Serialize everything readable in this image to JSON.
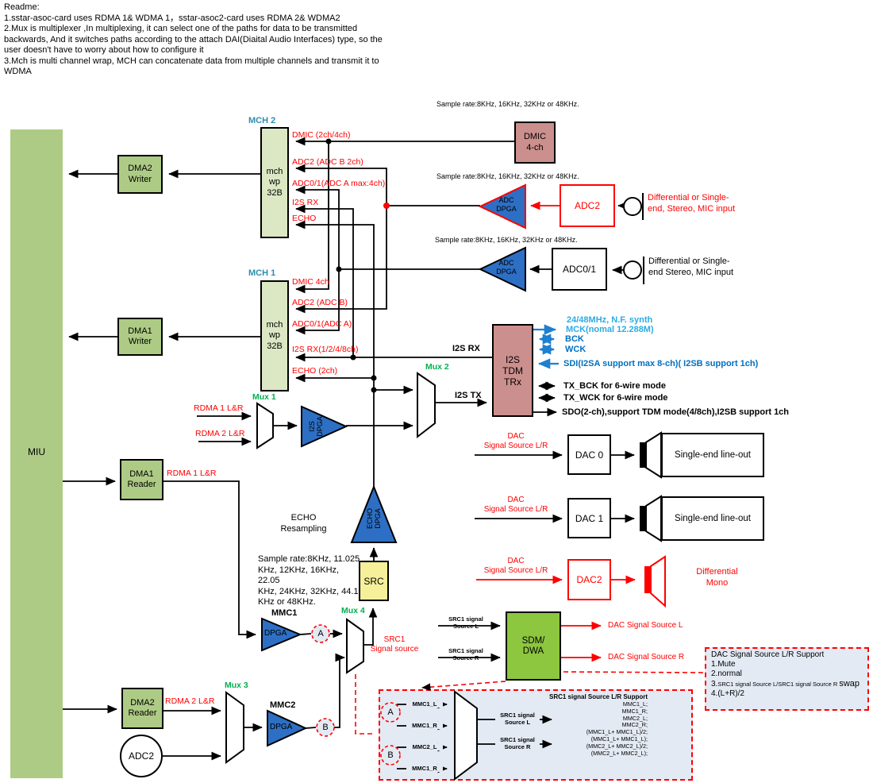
{
  "readme": {
    "lines": [
      "Readme:",
      "1.sstar-asoc-card uses RDMA 1& WDMA 1，sstar-asoc2-card uses RDMA 2& WDMA2",
      "2.Mux is multiplexer ,In multiplexing, it can select one of the paths for data to be transmitted",
      "backwards, And it switches paths according to the attach DAI(Diaital Audio Interfaces) type, so the",
      "user doesn't have to worry about how to configure it",
      "3.Mch is multi channel wrap, MCH can concatenate data from multiple channels and transmit it to",
      "WDMA"
    ]
  },
  "colors": {
    "olive_block": "#aecb85",
    "pale_green_block": "#dce8c4",
    "rose_block": "#cb8f8d",
    "blue_triangle": "#2d6fc4",
    "yellow_block": "#f5f099",
    "sdm_green": "#8dc63f",
    "lavender_box": "#e4eaf4",
    "signal_red": "#ff0000",
    "mux_label_green": "#00b050",
    "mch_label_teal": "#2f8dad",
    "clock_light_blue": "#2babe2",
    "io_dark_blue": "#0070c0"
  },
  "left": {
    "miu": "MIU",
    "dma2_writer": "DMA2\nWriter",
    "dma1_writer": "DMA1\nWriter",
    "dma1_reader": "DMA1\nReader",
    "dma2_reader": "DMA2\nReader",
    "adc2_circle": "ADC2"
  },
  "mch2": {
    "title": "MCH 2",
    "body": "mch\nwp\n32B",
    "inputs": [
      "DMIC (2ch/4ch)",
      "ADC2 (ADC B 2ch)",
      "ADC0/1(ADC A max:4ch)",
      "I2S RX",
      "ECHO"
    ]
  },
  "mch1": {
    "title": "MCH 1",
    "body": "mch\nwp\n32B",
    "inputs": [
      "DMIC 4ch",
      "ADC2 (ADC B)",
      "ADC0/1(ADC A)",
      "I2S RX(1/2/4/8ch)",
      "ECHO (2ch)"
    ]
  },
  "top_right": {
    "sample_rate_std": "Sample rate:8KHz, 16KHz, 32KHz or 48KHz.",
    "dmic_box": "DMIC\n4-ch",
    "adc_dpga": "ADC\nDPGA",
    "adc2_box": "ADC2",
    "adc01_box": "ADC0/1",
    "mic_input_red": "Differential or Single-\nend, Stereo, MIC input",
    "mic_input_black": "Differential or Single-\nend  Stereo, MIC input"
  },
  "i2s": {
    "trx_box": "I2S\nTDM\nTRx",
    "rx_label": "I2S RX",
    "tx_label": "I2S TX",
    "clk_synth": "24/48MHz, N.F. synth",
    "mck": "MCK(nomal 12.288M)",
    "bck": "BCK",
    "wck": "WCK",
    "sdi": "SDI(I2SA support max 8-ch)( I2SB support 1ch)",
    "tx_bck": "TX_BCK for 6-wire mode",
    "tx_wck": "TX_WCK for 6-wire mode",
    "sdo": "SDO(2-ch),support TDM mode(4/8ch),I2SB support 1ch"
  },
  "muxes": {
    "mux1": "Mux 1",
    "mux2": "Mux 2",
    "mux3": "Mux 3",
    "mux4": "Mux 4"
  },
  "rdma": {
    "rdma1": "RDMA 1 L&R",
    "rdma2": "RDMA 2 L&R"
  },
  "dpga": {
    "i2s": "I2S\nDPGA",
    "echo": "ECHO\nDPGA",
    "mmc1_label": "MMC1",
    "mmc2_label": "MMC2",
    "dpga": "DPGA"
  },
  "echo": {
    "resampling": "ECHO\nResampling",
    "sample_rate": "Sample rate:8KHz, 11.025\nKHz, 12KHz, 16KHz, 22.05\nKHz, 24KHz, 32KHz, 44.1\nKHz or 48KHz.",
    "src_box": "SRC"
  },
  "dac": {
    "signal_source_lr": "DAC\nSignal Source L/R",
    "dac0": "DAC 0",
    "dac1": "DAC 1",
    "dac2": "DAC2",
    "lineout": "Single-end line-out",
    "diff_mono": "Differential\nMono"
  },
  "sdm": {
    "box": "SDM/\nDWA",
    "in_l": "SRC1 signal\nSource L",
    "in_r": "SRC1 signal\nSource R",
    "out_l": "DAC Signal Source L",
    "out_r": "DAC Signal Source R"
  },
  "mux4_out_label": "SRC1\nSignal source",
  "ab": {
    "a": "A",
    "b": "B"
  },
  "dac_support": {
    "title": "DAC Signal Source L/R Support",
    "item1": "1.Mute",
    "item2": "2.normal",
    "item3_prefix": "3.",
    "item3_small": "SRC1 signal Source L/SRC1 signal Source R ",
    "item3_suffix": "swap",
    "item4": "4.(L+R)/2"
  },
  "src1_detail": {
    "in1": "MMC1_L",
    "in2": "MMC1_R",
    "in3": "MMC2_L",
    "in4": "MMC1_R",
    "out_l": "SRC1 signal\nSource L",
    "out_r": "SRC1 signal\nSource R",
    "support_title": "SRC1 signal Source L/R Support",
    "support_items": [
      "MMC1_L;",
      "MMC1_R;",
      "MMC2_L;",
      "MMC2_R;",
      "(MMC1_L+ MMC1_L)/2;",
      "(MMC1_L+ MMC1_L);",
      "(MMC2_L+ MMC2_L)/2;",
      "(MMC2_L+ MMC2_L);"
    ]
  }
}
